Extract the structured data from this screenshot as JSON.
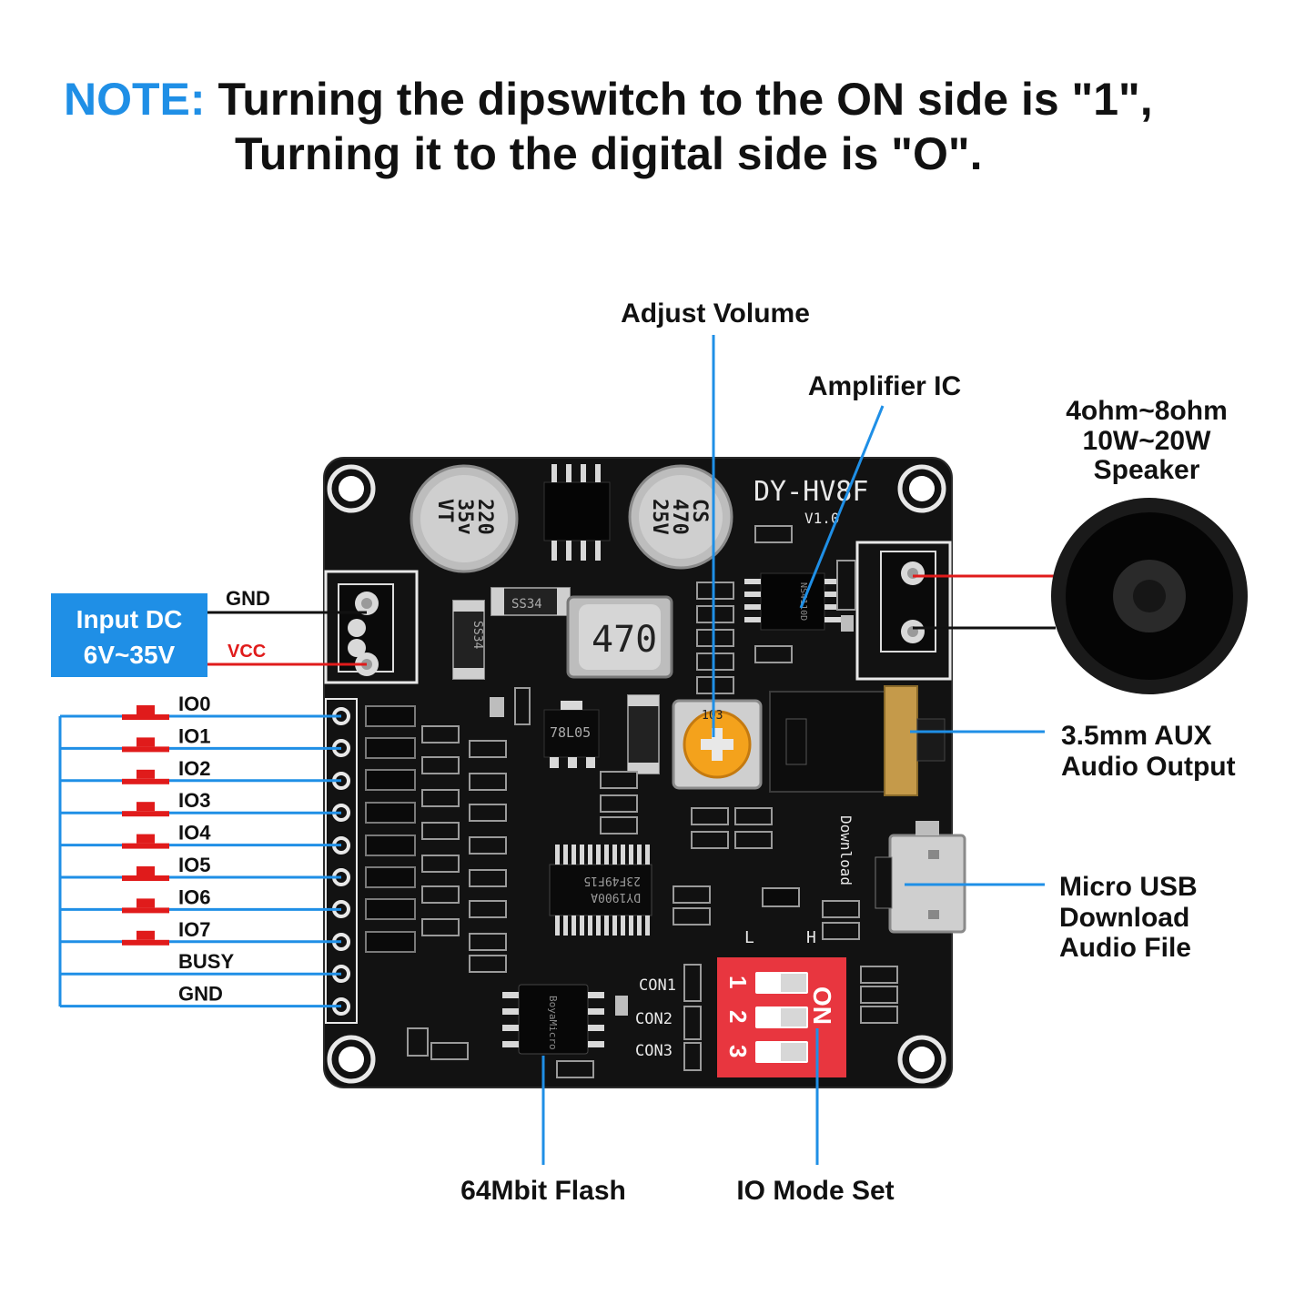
{
  "note": {
    "label": "NOTE:",
    "line1": "Turning the dipswitch to the ON side is \"1\",",
    "line2": "Turning it to the digital side is \"O\"."
  },
  "colors": {
    "accent_blue": "#1f8fe6",
    "wire_red": "#e01b1b",
    "wire_black": "#111111",
    "pcb": "#121212",
    "dip_switch": "#e8363f",
    "pot_knob": "#f4a21c"
  },
  "callouts": {
    "adjust_volume": "Adjust Volume",
    "amplifier_ic": "Amplifier IC",
    "speaker_line1": "4ohm~8ohm",
    "speaker_line2": "10W~20W",
    "speaker_line3": "Speaker",
    "aux_line1": "3.5mm AUX",
    "aux_line2": "Audio Output",
    "usb_line1": "Micro USB",
    "usb_line2": "Download",
    "usb_line3": "Audio File",
    "flash": "64Mbit Flash",
    "io_mode": "IO Mode Set"
  },
  "power": {
    "input_line1": "Input DC",
    "input_line2": "6V~35V",
    "gnd": "GND",
    "vcc": "VCC"
  },
  "pins": [
    "IO0",
    "IO1",
    "IO2",
    "IO3",
    "IO4",
    "IO5",
    "IO6",
    "IO7",
    "BUSY",
    "GND"
  ],
  "board": {
    "model": "DY-HV8F",
    "version": "V1.0",
    "cap1_lines": [
      "220",
      "35v",
      "VT"
    ],
    "cap2_lines": [
      "CS",
      "470",
      "25V"
    ],
    "inductor": "470",
    "diode": "SS34",
    "regulator": "78L05",
    "pot": "103",
    "main_chip_lines": [
      "DY1900A",
      "23F49F15"
    ],
    "download_label": "Download",
    "dip_on": "ON",
    "dip_numbers": [
      "1",
      "2",
      "3"
    ],
    "dip_low": "L",
    "dip_high": "H",
    "con_labels": [
      "CON1",
      "CON2",
      "CON3"
    ],
    "flash_chip": "BoyaMicro",
    "amp_chip": "NS4110D"
  }
}
